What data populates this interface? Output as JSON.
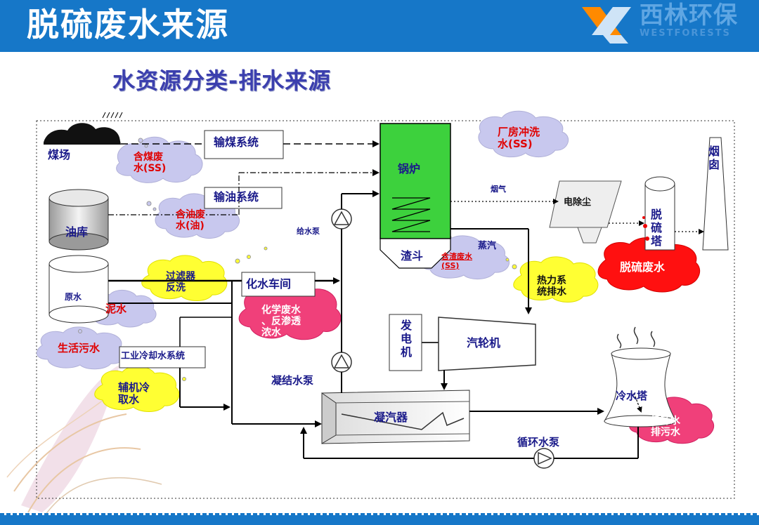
{
  "header": {
    "title": "脱硫废水来源"
  },
  "logo": {
    "name": "西林环保",
    "subtitle": "WESTFORESTS"
  },
  "diagram": {
    "title": "水资源分类-排水来源",
    "coal_yard": "煤场",
    "coal_wastewater_1": "含煤废",
    "coal_wastewater_2": "水(SS)",
    "coal_system": "输煤系统",
    "oil_system": "输油系统",
    "oil_depot": "油库",
    "oily_wastewater_1": "含油废",
    "oily_wastewater_2": "水(油)",
    "raw_water": "原水",
    "filter_backwash_1": "过滤器",
    "filter_backwash_2": "反洗",
    "sludge_water": "泥水",
    "water_treatment": "化水车间",
    "chemical_wastewater_1": "化学废水",
    "chemical_wastewater_2": "、反渗透",
    "chemical_wastewater_3": "浓水",
    "domestic_sewage": "生活污水",
    "industrial_cooling": "工业冷却水系统",
    "aux_cooling_1": "辅机冷",
    "aux_cooling_2": "取水",
    "boiler": "锅炉",
    "slag_hopper": "渣斗",
    "slag_wastewater_1": "含渣废水",
    "slag_wastewater_2": "(SS)",
    "steam": "蒸汽",
    "plant_flushing_1": "厂房冲洗",
    "plant_flushing_2": "水(SS)",
    "flue_gas": "烟气",
    "esp": "电除尘",
    "desulfurization_tower": "脱硫塔",
    "chimney": "烟囱",
    "desulfurization_wastewater": "脱硫废水",
    "thermal_drain_1": "热力系",
    "thermal_drain_2": "统排水",
    "feed_pump": "给水泵",
    "generator": "发电机",
    "turbine": "汽轮机",
    "condensate_pump": "凝结水泵",
    "condenser": "凝汽器",
    "cooling_tower": "冷水塔",
    "circulating_blowdown_1": "循环水",
    "circulating_blowdown_2": "排污水",
    "circulating_pump": "循环水泵"
  },
  "colors": {
    "header": "#1677c8",
    "boiler": "#3dd13d",
    "cloud_grey": "#c8c8ee",
    "cloud_yellow": "#ffff33",
    "cloud_pink": "#f0407a",
    "cloud_red": "#ff1010"
  }
}
